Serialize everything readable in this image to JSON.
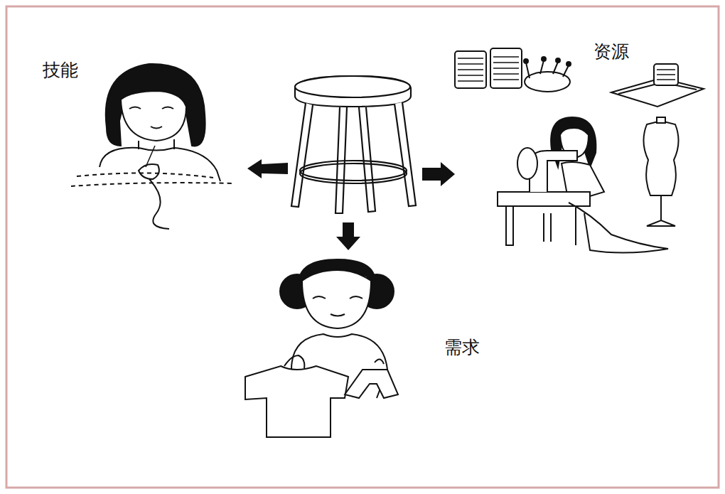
{
  "diagram": {
    "labels": [
      "技能",
      "资源",
      "需求"
    ]
  }
}
